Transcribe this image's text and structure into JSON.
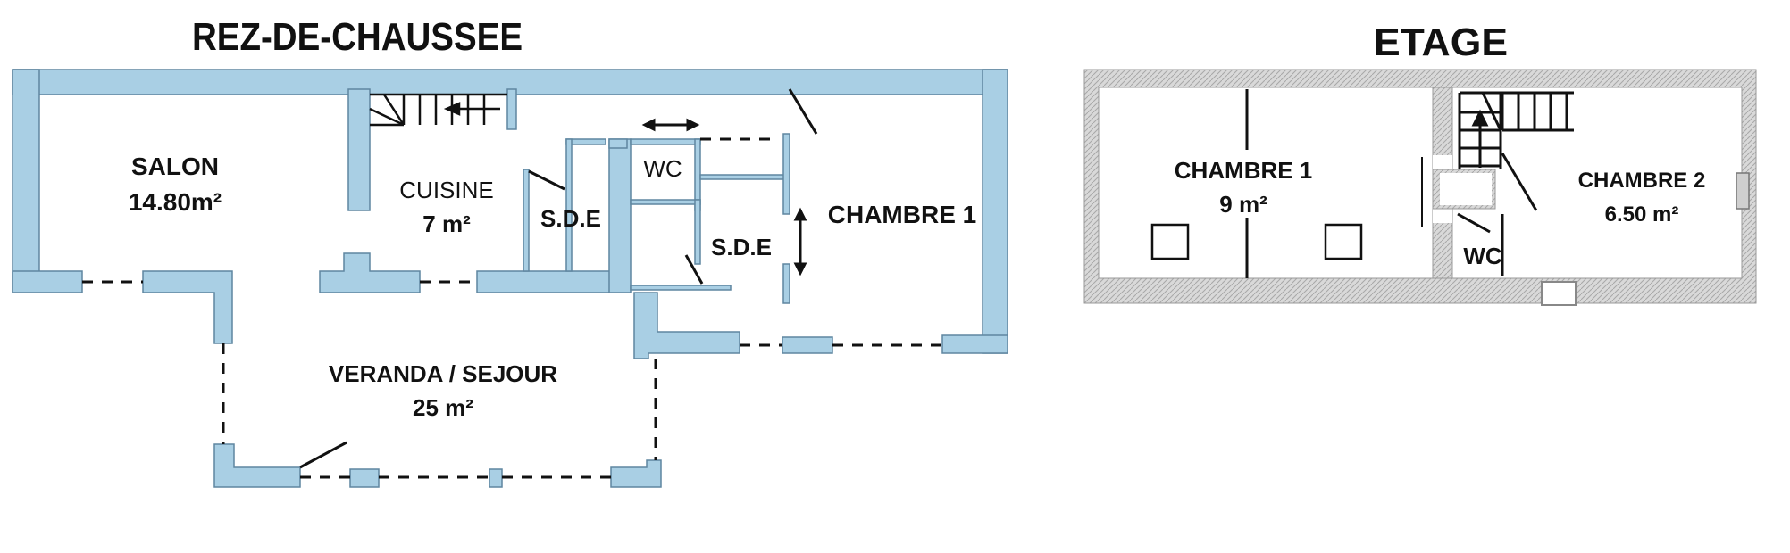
{
  "colors": {
    "wall_fill": "#a9cfe4",
    "wall_stroke": "#5f86a0",
    "upstairs_wall": "#d6d6d6",
    "line": "#111111"
  },
  "ground_floor": {
    "title": "REZ-DE-CHAUSSEE",
    "rooms": [
      {
        "name": "SALON",
        "area": "14.80m²"
      },
      {
        "name": "CUISINE",
        "area": "7 m²"
      },
      {
        "name": "S.D.E",
        "area": ""
      },
      {
        "name": "WC",
        "area": ""
      },
      {
        "name": "S.D.E",
        "area": ""
      },
      {
        "name": "CHAMBRE 1",
        "area": ""
      },
      {
        "name": "VERANDA / SEJOUR",
        "area": "25 m²"
      }
    ]
  },
  "upper_floor": {
    "title": "ETAGE",
    "rooms": [
      {
        "name": "CHAMBRE 1",
        "area": "9 m²"
      },
      {
        "name": "CHAMBRE 2",
        "area": "6.50 m²"
      },
      {
        "name": "WC",
        "area": ""
      }
    ]
  }
}
